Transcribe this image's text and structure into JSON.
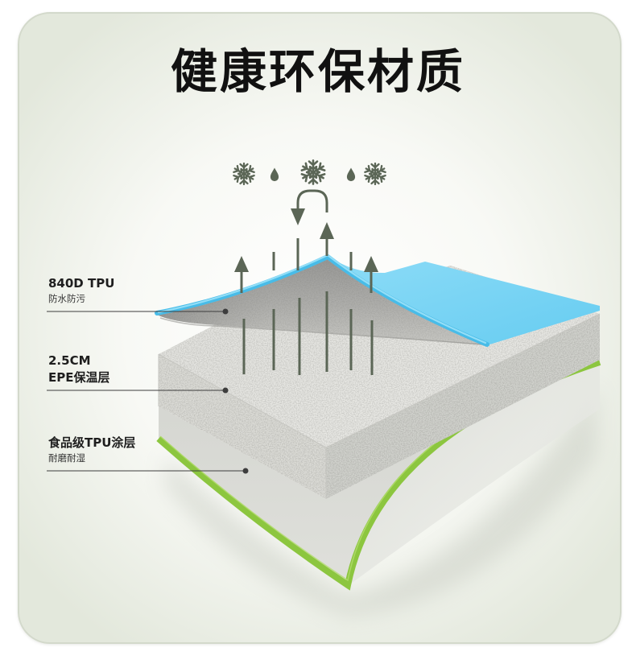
{
  "title": "健康环保材质",
  "layers": [
    {
      "name": "840D TPU",
      "desc": "防水防污",
      "color": "#66ccf1"
    },
    {
      "name": "2.5CM",
      "name_line2": "EPE保温层",
      "color": "#e6e6e2"
    },
    {
      "name": "食品级TPU涂层",
      "desc": "耐磨耐湿",
      "color": "#8cc63f"
    }
  ],
  "icons": {
    "climate_row": [
      "snowflake-icon",
      "droplet-icon",
      "snowflake-icon",
      "droplet-icon",
      "snowflake-icon"
    ],
    "airflow": [
      "arrow-up-icon",
      "curved-arrow-icon",
      "arrow-up-icon",
      "arrow-up-icon"
    ]
  },
  "colors": {
    "icon": "#5b6656",
    "title_text": "#111111",
    "leader": "#3d3d3d",
    "card_border": "#d3d9cb"
  }
}
